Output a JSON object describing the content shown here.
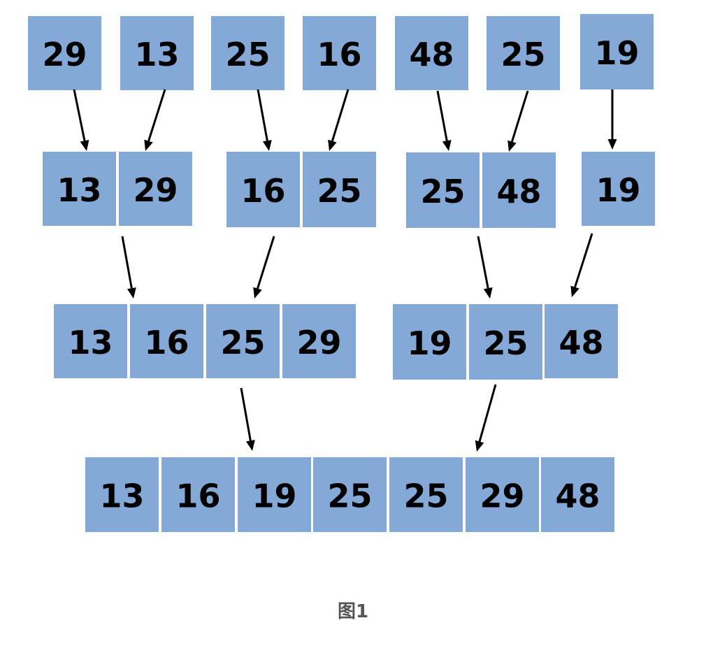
{
  "levels": [
    {
      "groups": [
        [
          29
        ],
        [
          13
        ],
        [
          25
        ],
        [
          16
        ],
        [
          48
        ],
        [
          25
        ],
        [
          19
        ]
      ]
    },
    {
      "groups": [
        [
          13,
          29
        ],
        [
          16,
          25
        ],
        [
          25,
          48
        ],
        [
          19
        ]
      ]
    },
    {
      "groups": [
        [
          13,
          16,
          25,
          29
        ],
        [
          19,
          25,
          48
        ]
      ]
    },
    {
      "groups": [
        [
          13,
          16,
          19,
          25,
          25,
          29,
          48
        ]
      ]
    }
  ],
  "caption": "图1",
  "colors": {
    "cell_fill": "#84a9d6",
    "cell_text": "#000000",
    "arrow": "#000000",
    "caption": "#555555"
  }
}
